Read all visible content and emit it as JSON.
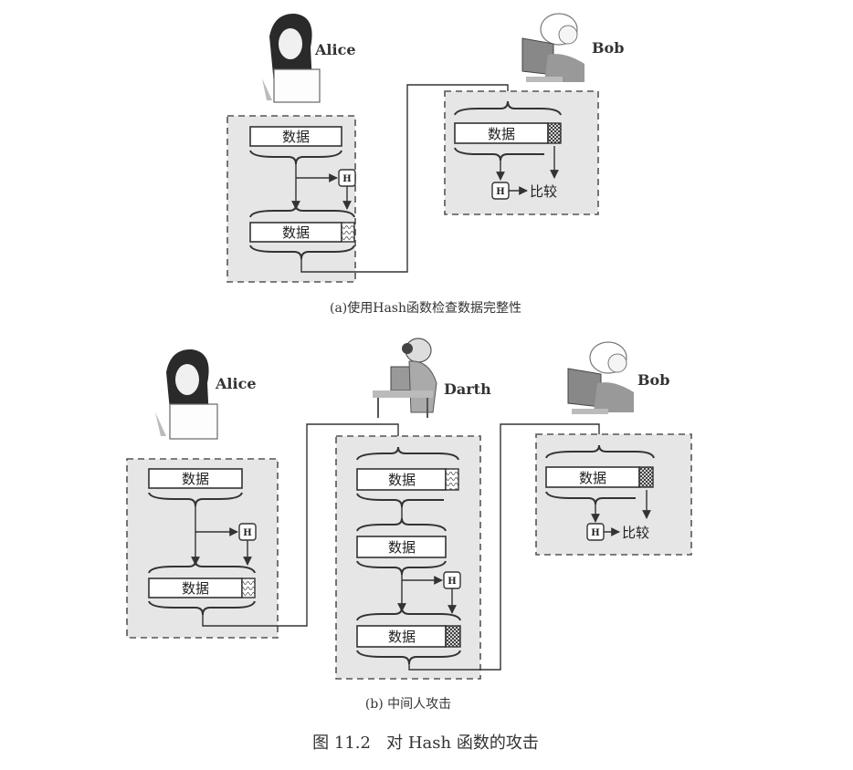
{
  "figure_title": "图 11.2   对 Hash 函数的攻击",
  "panel_a": {
    "caption": "(a)使用Hash函数检查数据完整性",
    "alice": {
      "name": "Alice",
      "data_label": "数据",
      "data_label_2": "数据",
      "hash_label": "H"
    },
    "bob": {
      "name": "Bob",
      "data_label": "数据",
      "hash_label": "H",
      "compare_label": "比较"
    }
  },
  "panel_b": {
    "caption": "(b) 中间人攻击",
    "alice": {
      "name": "Alice",
      "data_label": "数据",
      "data_label_2": "数据",
      "hash_label": "H"
    },
    "darth": {
      "name": "Darth",
      "data_label": "数据",
      "data_label_2": "数据",
      "data_label_3": "数据",
      "hash_label": "H"
    },
    "bob": {
      "name": "Bob",
      "data_label": "数据",
      "hash_label": "H",
      "compare_label": "比较"
    }
  }
}
